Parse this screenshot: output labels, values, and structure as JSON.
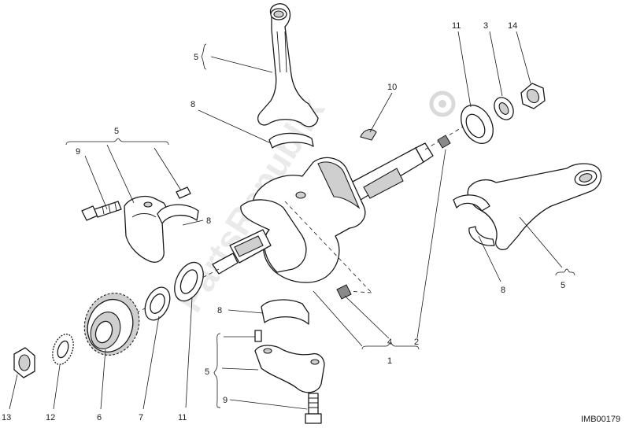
{
  "reference_code": "IMB00179",
  "watermark": "PartsRepublik",
  "callouts": {
    "c1": "1",
    "c2": "2",
    "c3": "3",
    "c4": "4",
    "c5_top": "5",
    "c5_left": "5",
    "c5_right": "5",
    "c5_bottom": "5",
    "c6": "6",
    "c7": "7",
    "c8_top": "8",
    "c8_left": "8",
    "c8_right": "8",
    "c8_bottom": "8",
    "c9_left": "9",
    "c9_bottom": "9",
    "c10": "10",
    "c11_top": "11",
    "c11_bottom": "11",
    "c12": "12",
    "c13": "13",
    "c14": "14"
  },
  "colors": {
    "line": "#1a1a1a",
    "shade": "#cfcfcf",
    "watermark": "#d9d9d9"
  }
}
